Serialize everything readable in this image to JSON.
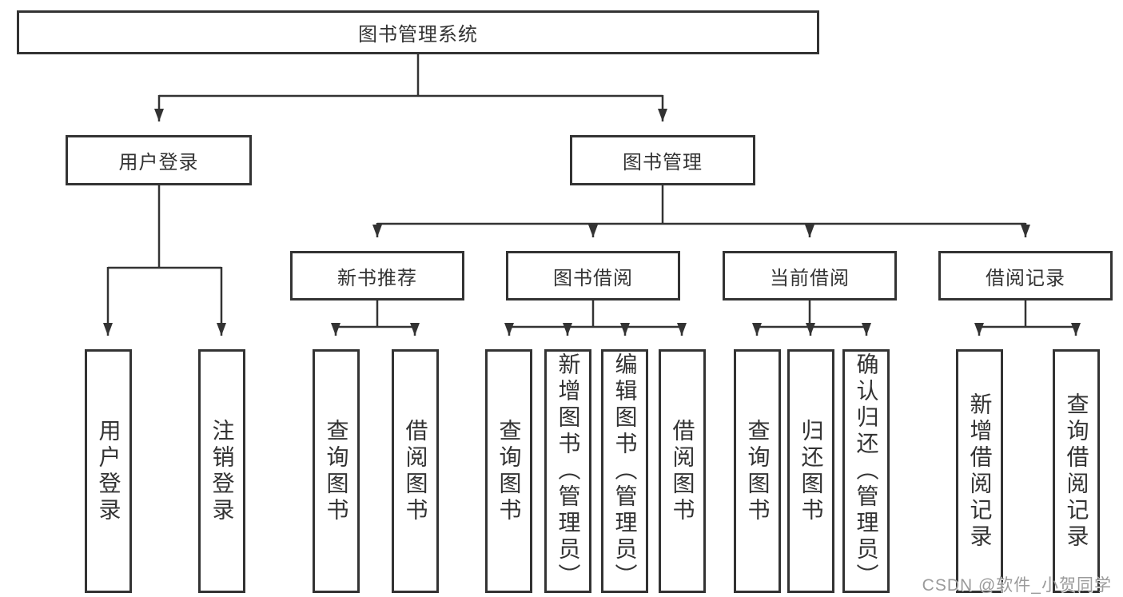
{
  "tree": {
    "label": "图书管理系统",
    "children": [
      {
        "label": "用户登录",
        "children": [
          {
            "label": "用户登录"
          },
          {
            "label": "注销登录"
          }
        ]
      },
      {
        "label": "图书管理",
        "children": [
          {
            "label": "新书推荐",
            "children": [
              {
                "label": "查询图书"
              },
              {
                "label": "借阅图书"
              }
            ]
          },
          {
            "label": "图书借阅",
            "children": [
              {
                "label": "查询图书"
              },
              {
                "label": "新增图书（管理员）"
              },
              {
                "label": "编辑图书（管理员）"
              },
              {
                "label": "借阅图书"
              }
            ]
          },
          {
            "label": "当前借阅",
            "children": [
              {
                "label": "查询图书"
              },
              {
                "label": "归还图书"
              },
              {
                "label": "确认归还（管理员）"
              }
            ]
          },
          {
            "label": "借阅记录",
            "children": [
              {
                "label": "新增借阅记录"
              },
              {
                "label": "查询借阅记录"
              }
            ]
          }
        ]
      }
    ]
  },
  "watermark": {
    "text": "CSDN @软件_小贺同学"
  },
  "colors": {
    "line": "#333333",
    "text": "#333333",
    "background": "#ffffff",
    "watermark": "#9b9b9b"
  }
}
